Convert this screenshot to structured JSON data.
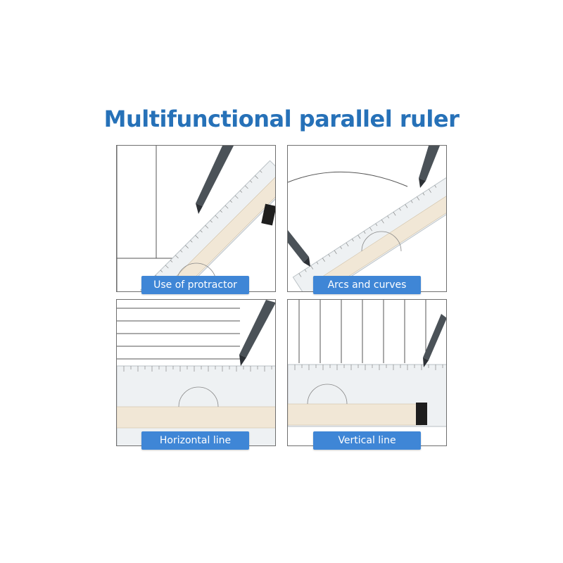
{
  "headline": "Multifunctional parallel ruler",
  "colors": {
    "headline": "#2671b8",
    "caption_bg": "#3f86d6",
    "caption_text": "#ffffff",
    "panel_border": "#6f6f6f",
    "pen_body": "#4b5258",
    "roller": "#f1e7d6"
  },
  "panels": [
    {
      "caption": "Use of protractor"
    },
    {
      "caption": "Arcs and curves"
    },
    {
      "caption": "Horizontal line"
    },
    {
      "caption": "Vertical line"
    }
  ]
}
